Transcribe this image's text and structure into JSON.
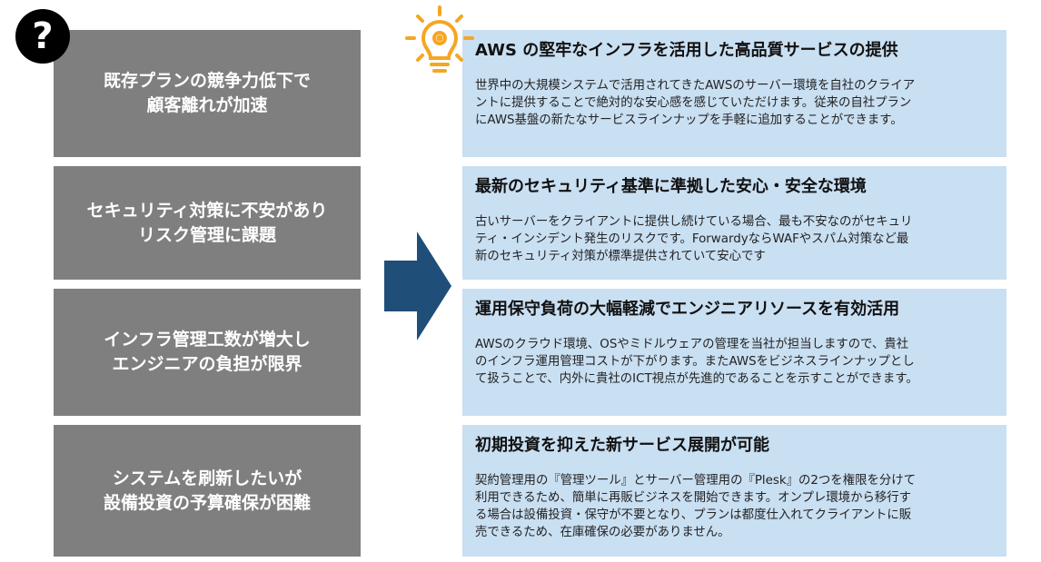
{
  "problems": [
    {
      "lines": [
        "既存プランの競争力低下で",
        "顧客離れが加速"
      ]
    },
    {
      "lines": [
        "セキュリティ対策に不安があり",
        "リスク管理に課題"
      ]
    },
    {
      "lines": [
        "インフラ管理工数が増大し",
        "エンジニアの負担が限界"
      ]
    },
    {
      "lines": [
        "システムを刷新したいが",
        "設備投資の予算確保が困難"
      ]
    }
  ],
  "solutions": [
    {
      "title": "AWS の堅牢なインフラを活用した高品質サービスの提供",
      "lines": [
        "世界中の大規模システムで活用されてきたAWSのサーバー環境を自社のクライア",
        "ントに提供することで絶対的な安心感を感じていただけます。従来の自社プラン",
        "にAWS基盤の新たなサービスラインナップを手軽に追加することができます。"
      ]
    },
    {
      "title": "最新のセキュリティ基準に準拠した安心・安全な環境",
      "lines": [
        "古いサーバーをクライアントに提供し続けている場合、最も不安なのがセキュリ",
        "ティ・インシデント発生のリスクです。ForwardyならWAFやスパム対策など最",
        "新のセキュリティ対策が標準提供されていて安心です"
      ]
    },
    {
      "title": "運用保守負荷の大幅軽減でエンジニアリソースを有効活用",
      "lines": [
        "AWSのクラウド環境、OSやミドルウェアの管理を当社が担当しますので、貴社",
        "のインフラ運用管理コストが下がります。またAWSをビジネスラインナップとし",
        "て扱うことで、内外に貴社のICT視点が先進的であることを示すことができます。"
      ]
    },
    {
      "title": "初期投資を抑えた新サービス展開が可能",
      "lines": [
        "契約管理用の『管理ツール』とサーバー管理用の『Plesk』の2つを権限を分けて",
        "利用できるため、簡単に再販ビジネスを開始できます。オンプレ環境から移行す",
        "る場合は設備投資・保守が不要となり、プランは都度仕入れてクライアントに販",
        "売できるため、在庫確保の必要がありません。"
      ]
    }
  ],
  "question_mark": "?",
  "colors": {
    "problem_bg": "#7f7f7f",
    "solution_bg": "#c9dff2",
    "arrow": "#1f4e79",
    "bulb": "#f5a623"
  }
}
